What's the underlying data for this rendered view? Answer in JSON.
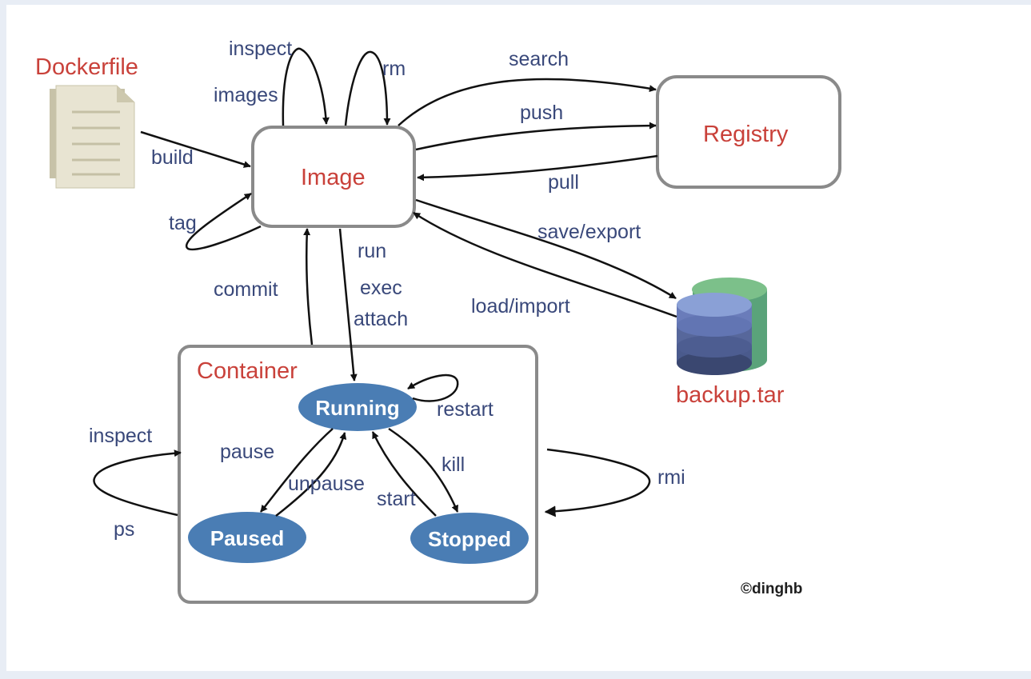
{
  "nodes": {
    "dockerfile": "Dockerfile",
    "image": "Image",
    "registry": "Registry",
    "container": "Container",
    "backup": "backup.tar",
    "running": "Running",
    "paused": "Paused",
    "stopped": "Stopped"
  },
  "edges": {
    "inspect_image": "inspect",
    "images": "images",
    "rm": "rm",
    "build": "build",
    "tag": "tag",
    "search": "search",
    "push": "push",
    "pull": "pull",
    "save_export": "save/export",
    "load_import": "load/import",
    "run": "run",
    "exec": "exec",
    "attach": "attach",
    "commit": "commit",
    "restart": "restart",
    "pause": "pause",
    "unpause": "unpause",
    "kill": "kill",
    "start": "start",
    "inspect_container": "inspect",
    "ps": "ps",
    "rmi": "rmi"
  },
  "credit": "©dinghb",
  "colors": {
    "title_red": "#c9413a",
    "label_navy": "#39487a",
    "state_blue": "#4a7db4",
    "box_border": "#888888"
  }
}
